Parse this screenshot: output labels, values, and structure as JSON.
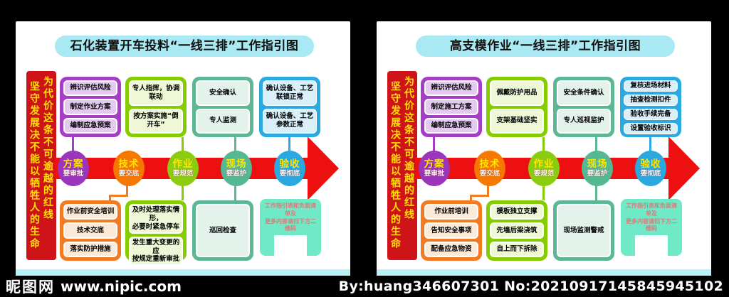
{
  "banner": {
    "left": "坚守发展决不能以牺牲人的生命",
    "right": "为代价这条不可逾越的红线"
  },
  "stages": [
    {
      "name": "方案",
      "sub": "要审批",
      "color": "#9b35bc"
    },
    {
      "name": "技术",
      "sub": "要交底",
      "color": "#f57900"
    },
    {
      "name": "作业",
      "sub": "要规范",
      "color": "#8ccc10"
    },
    {
      "name": "现场",
      "sub": "要监护",
      "color": "#54b893"
    },
    {
      "name": "验收",
      "sub": "要彻底",
      "color": "#2aa9e0"
    }
  ],
  "panels": [
    {
      "title": "石化装置开车投料“一线三排”工作指引图",
      "top_groups": [
        {
          "color": "purple",
          "items": [
            "辨识评估风险",
            "制定作业方案",
            "编制应急预案"
          ]
        },
        {
          "color": "green",
          "items": [
            "专人指挥，协调联动",
            "按方案实施“倒开车”"
          ]
        },
        {
          "color": "teal",
          "items": [
            "安全确认",
            "专人监测"
          ]
        },
        {
          "color": "blue",
          "items": [
            "确认设备、工艺\n联锁正常",
            "确认设备、工艺\n参数正常"
          ]
        }
      ],
      "bottom_groups": [
        {
          "color": "orange",
          "items": [
            "作业前安全培训",
            "技术交底",
            "落实防护措施"
          ]
        },
        {
          "color": "green",
          "items": [
            "及时处理落实情形，\n必要时紧急停车",
            "发生重大变更的应\n按规定重新审批"
          ]
        },
        {
          "color": "teal",
          "items": [
            "巡回检查"
          ]
        }
      ],
      "qr_note": "工作指引表和负面清单及\n更多内容请扫下方二维码"
    },
    {
      "title": "高支模作业“一线三排”工作指引图",
      "top_groups": [
        {
          "color": "purple",
          "items": [
            "辨识评估风险",
            "制定施工方案",
            "编制应急预案"
          ]
        },
        {
          "color": "green",
          "items": [
            "佩戴防护用品",
            "支架基础坚实"
          ]
        },
        {
          "color": "teal",
          "items": [
            "安全条件确认",
            "专人巡视监护"
          ]
        },
        {
          "color": "blue",
          "items": [
            "复核进场材料",
            "抽查检测扣件",
            "验收手续完备",
            "设置验收标识"
          ]
        }
      ],
      "bottom_groups": [
        {
          "color": "orange",
          "items": [
            "作业前培训",
            "告知安全事项",
            "配备应急物资"
          ]
        },
        {
          "color": "green",
          "items": [
            "模板独立支撑",
            "先墙后梁浇筑",
            "自上而下拆除"
          ]
        },
        {
          "color": "teal",
          "items": [
            "现场监测警戒"
          ]
        }
      ],
      "qr_note": "工作指引表和负面清单及\n更多内容请扫下方二维码"
    }
  ],
  "footer": {
    "site_name": "昵图网",
    "site_url": "www.nipic.com",
    "credit": "By:huang346607301 No:20210917145845945102"
  },
  "colors": {
    "background": "#000000",
    "panel": "#ffffff",
    "title_bubble": "#a9e9f3",
    "red_banner": "#ce1418",
    "banner_text": "#ffe100",
    "arrow": "#ec1010",
    "cyan_strip": "#b8f2f6",
    "group_purple": "#a43fc4",
    "group_green": "#85cc00",
    "group_teal": "#5cb795",
    "group_blue": "#2ba9e0",
    "group_orange": "#f27b21",
    "qr_card": "#6fe9c6",
    "qr_text": "#d97b7b"
  }
}
